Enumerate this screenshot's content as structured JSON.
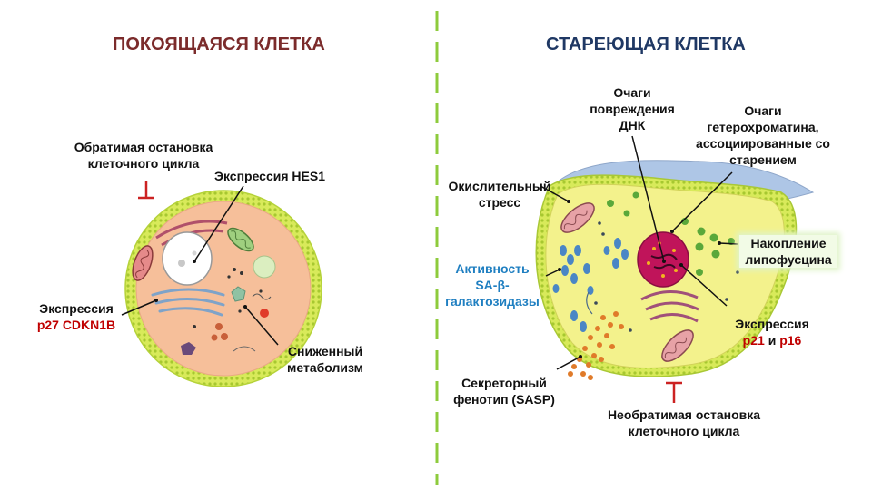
{
  "left": {
    "title": "ПОКОЯЩАЯСЯ КЛЕТКА",
    "title_color": "#7b2b2b",
    "reversible_arrest": [
      "Обратимая остановка",
      "клеточного цикла"
    ],
    "hes1": "Экспрессия HES1",
    "p27_label": "Экспрессия",
    "p27_genes": "p27 CDKN1B",
    "reduced_metabolism": [
      "Сниженный",
      "метаболизм"
    ]
  },
  "right": {
    "title": "СТАРЕЮЩАЯ КЛЕТКА",
    "title_color": "#1f3864",
    "dna_damage": [
      "Очаги",
      "повреждения",
      "ДНК"
    ],
    "heterochromatin": [
      "Очаги",
      "гетерохроматина,",
      "ассоциированные со",
      "старением"
    ],
    "oxidative_stress": [
      "Окислительный",
      "стресс"
    ],
    "lipofuscin": [
      "Накопление",
      "липофусцина"
    ],
    "sa_beta_gal": [
      "Активность",
      "SA-β-",
      "галактозидазы"
    ],
    "p21_p16_label": "Экспрессия",
    "p21": "p21",
    "and": "и",
    "p16": "p16",
    "sasp": [
      "Секреторный",
      "фенотип (SASP)"
    ],
    "irreversible_arrest": [
      "Необратимая остановка",
      "клеточного цикла"
    ]
  },
  "colors": {
    "membrane_green": "#c8e04a",
    "quiescent_cytoplasm": "#f6bf9a",
    "senescent_cytoplasm": "#f3f28c",
    "nucleus_magenta": "#c0145a",
    "inhibitor_red": "#cc2222",
    "divider_green": "#8ecb3c"
  }
}
